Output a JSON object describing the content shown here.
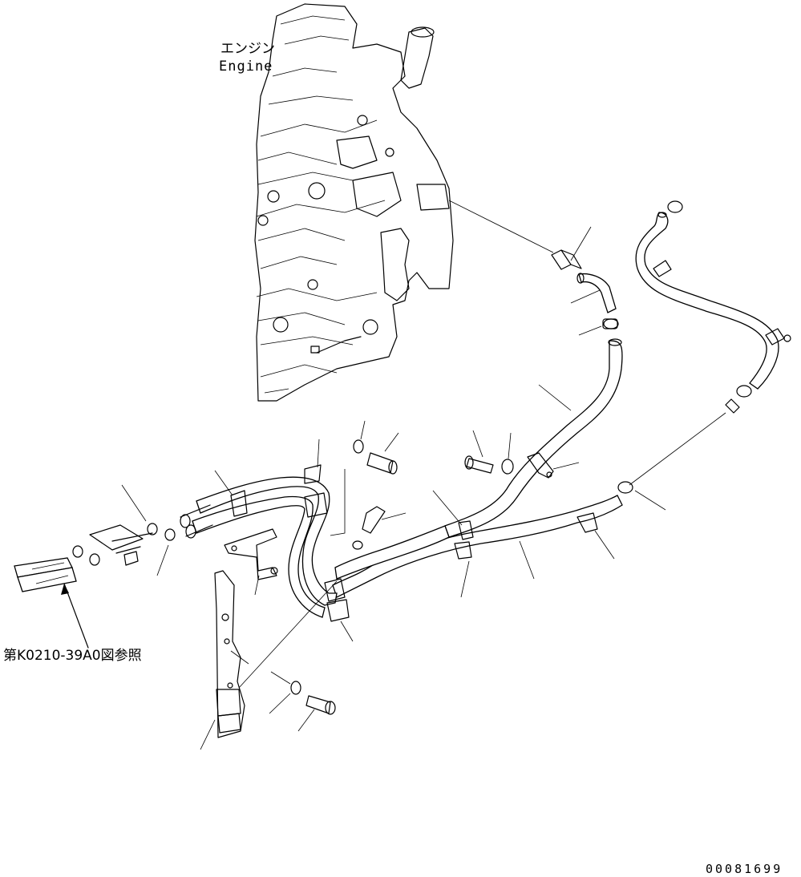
{
  "labels": {
    "engine_jp": "エンジン",
    "engine_en": "Engine",
    "reference": "第K0210-39A0図参照",
    "drawing_id": "00081699"
  }
}
